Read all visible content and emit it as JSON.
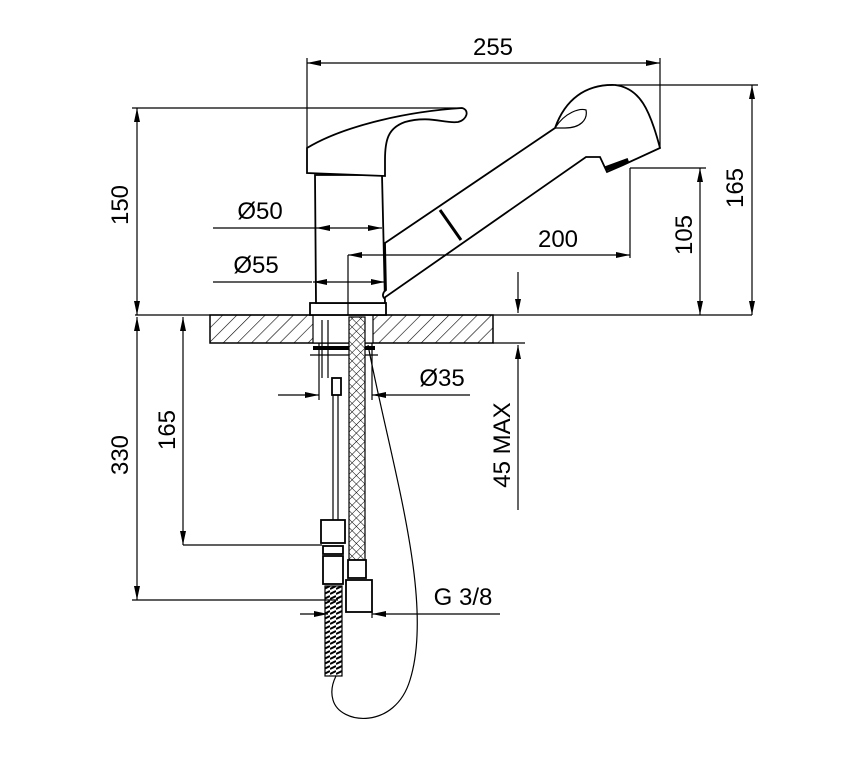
{
  "drawing": {
    "title": "Pull-out kitchen faucet dimensions",
    "colors": {
      "line": "#000000",
      "background": "#ffffff"
    },
    "dimensions": {
      "overall_reach": "255",
      "height_lever": "150",
      "height_spray_head": "165",
      "outlet_height": "105",
      "spout_reach": "200",
      "body_diameter": "Ø50",
      "base_diameter": "Ø55",
      "hole_diameter": "Ø35",
      "max_counter_thickness": "45 MAX",
      "below_counter_length": "330",
      "hose_length": "165",
      "connection_thread": "G 3/8"
    }
  }
}
